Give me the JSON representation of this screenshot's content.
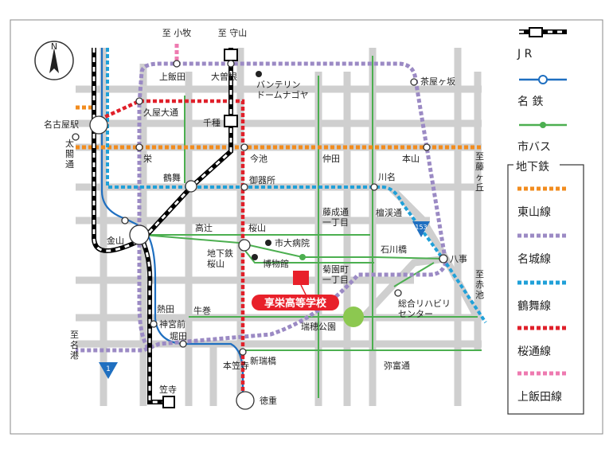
{
  "colors": {
    "road": "#cfcfcf",
    "jr": "#000000",
    "meitetsu": "#1f6fc0",
    "bus": "#4caf50",
    "higashiyama": "#f28c1e",
    "meijo": "#9b8ac4",
    "tsurumai": "#20a0d8",
    "sakuradori": "#e0202a",
    "kamiiida": "#ee7ab0",
    "school": "#e8202a",
    "park": "#8cc850"
  },
  "compass": {
    "label": "N",
    "icon": "north-arrow-icon"
  },
  "directions": {
    "komaki": "至 小牧",
    "moriyama": "至 守山",
    "fujigaoka": "至\n藤\nヶ\n丘",
    "akaike": "至\n赤\n池",
    "meiko": "至\n名\n港"
  },
  "stations": {
    "nagoya": "名古屋駅",
    "kamiiida": "上飯田",
    "ozone": "大曽根",
    "chayagasaka": "茶屋ヶ坂",
    "hisayaodori": "久屋大通",
    "chikusa": "千種",
    "sakae": "栄",
    "imaike": "今池",
    "motoyama": "本山",
    "tsurumai": "鶴舞",
    "gokiso": "御器所",
    "kawana": "川名",
    "kanayama": "金山",
    "sakurayama": "桜山",
    "yagoto": "八事",
    "jingumae": "神宮前",
    "horita": "堀田",
    "motokasadera": "本笠寺",
    "kasadera": "笠寺",
    "shinmizuhobashi": "新瑞橋",
    "tokushige": "徳重",
    "atsuta": "熱田"
  },
  "places": {
    "vantelin": "バンテリン\nドームナゴヤ",
    "shidaibyoin": "市大病院",
    "hakubutsukan": "博物館",
    "rehab": "総合リハビリ\nセンター",
    "mizuho_park": "瑞穂公園",
    "school": "享栄高等学校"
  },
  "roads": {
    "taiko": "太\n閣\n通",
    "nakata": "仲田",
    "takatsuji": "高辻",
    "subway_sakurayama": "地下鉄\n桜山",
    "fujinari": "藤成通\n一丁目",
    "danke": "檀渓通",
    "ishikawabashi": "石川橋",
    "kikuzono": "菊園町\n一丁目",
    "ushimaki": "牛巻",
    "yatomi": "弥富通"
  },
  "routes": {
    "r153": "153",
    "r1": "1"
  },
  "legend": {
    "jr": "J  R",
    "meitetsu": "名  鉄",
    "bus": "市バス",
    "subway_header": "地下鉄",
    "higashiyama": "東山線",
    "meijo": "名城線",
    "tsurumai": "鶴舞線",
    "sakuradori": "桜通線",
    "kamiiida": "上飯田線"
  }
}
